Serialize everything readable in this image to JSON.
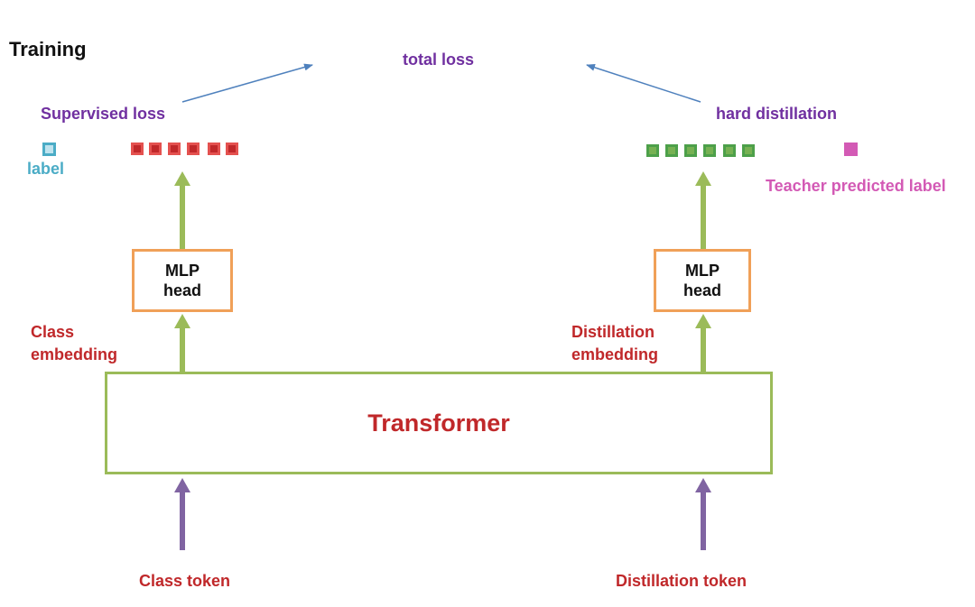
{
  "title": "Training",
  "total_loss": "total loss",
  "supervised_loss": "Supervised loss",
  "hard_distillation": "hard distillation",
  "label": "label",
  "teacher_predicted_label": "Teacher predicted label",
  "class_embedding": [
    "Class",
    "embedding"
  ],
  "distillation_embedding": [
    "Distillation",
    "embedding"
  ],
  "mlp_head": [
    "MLP",
    "head"
  ],
  "transformer": "Transformer",
  "class_token": "Class token",
  "distillation_token": "Distillation token",
  "colors": {
    "title": "#111111",
    "loss_text": "#7030a0",
    "label_text": "#4bacc6",
    "teacher_text": "#d35ab5",
    "red_text": "#c0282a",
    "green_border": "#9bbb59",
    "orange_border": "#f0a058",
    "blue_arrow": "#4f81bd",
    "purple_arrow": "#8064a2",
    "label_square": "#4bacc6",
    "teacher_square": "#d35ab5"
  }
}
